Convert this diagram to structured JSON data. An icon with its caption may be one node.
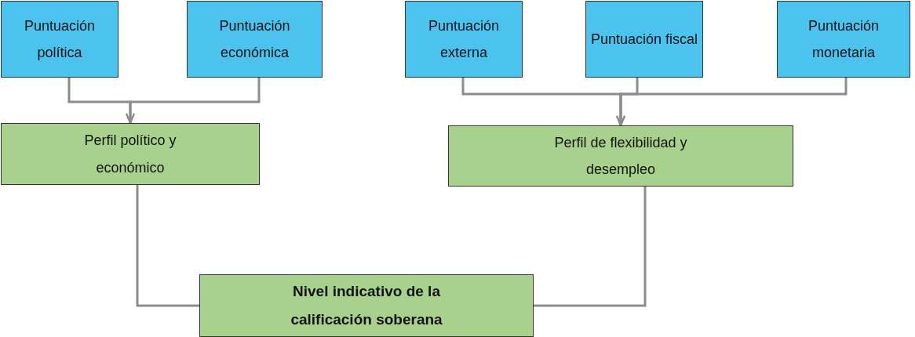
{
  "diagram": {
    "nodes": [
      {
        "text": [
          "Puntuación política"
        ]
      },
      {
        "text": [
          "Puntuación económica"
        ]
      },
      {
        "text": [
          "Puntuación externa"
        ]
      },
      {
        "text": [
          "Puntuación fiscal"
        ]
      },
      {
        "text": [
          "Puntuación monetaria"
        ]
      },
      {
        "text": [
          "Perfil político y económico"
        ]
      },
      {
        "text": [
          "Perfil de flexibilidad y desempleo"
        ]
      },
      {
        "text": [
          "Nivel indicativo de la calificación soberana"
        ]
      }
    ],
    "edges": [
      {
        "from": 0,
        "to": 5,
        "arrow": "to"
      },
      {
        "from": 1,
        "to": 5,
        "arrow": "to"
      },
      {
        "from": 2,
        "to": 6,
        "arrow": "to"
      },
      {
        "from": 3,
        "to": 6,
        "arrow": "to"
      },
      {
        "from": 4,
        "to": 6,
        "arrow": "to"
      },
      {
        "from": 5,
        "to": 7,
        "arrow": "none"
      },
      {
        "from": 6,
        "to": 7,
        "arrow": "none"
      }
    ]
  }
}
